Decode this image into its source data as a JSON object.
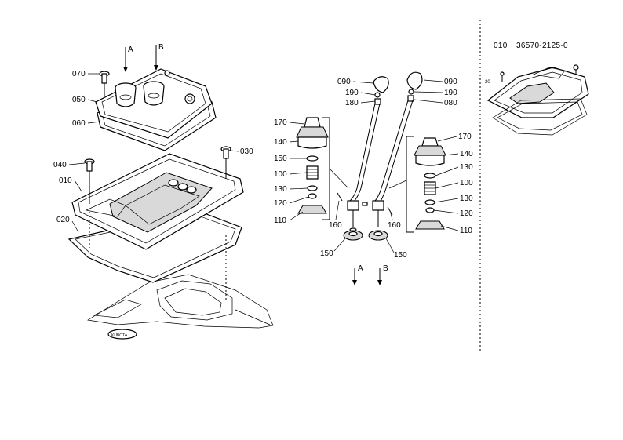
{
  "header": {
    "ref": "010",
    "part_number": "36570-2125-0"
  },
  "labels": {
    "l010": "010",
    "l020": "020",
    "l030": "030",
    "l040": "040",
    "l050": "050",
    "l060": "060",
    "l070": "070",
    "l080": "080",
    "l090": "090",
    "l100": "100",
    "l110": "110",
    "l120": "120",
    "l130": "130",
    "l140": "140",
    "l150": "150",
    "l160": "160",
    "l170": "170",
    "l180": "180",
    "l190": "190"
  },
  "arrows": {
    "a": "A",
    "b": "B"
  },
  "thumbnail": {
    "tag": "20"
  },
  "stamp": {
    "text": "KUBOTA"
  }
}
